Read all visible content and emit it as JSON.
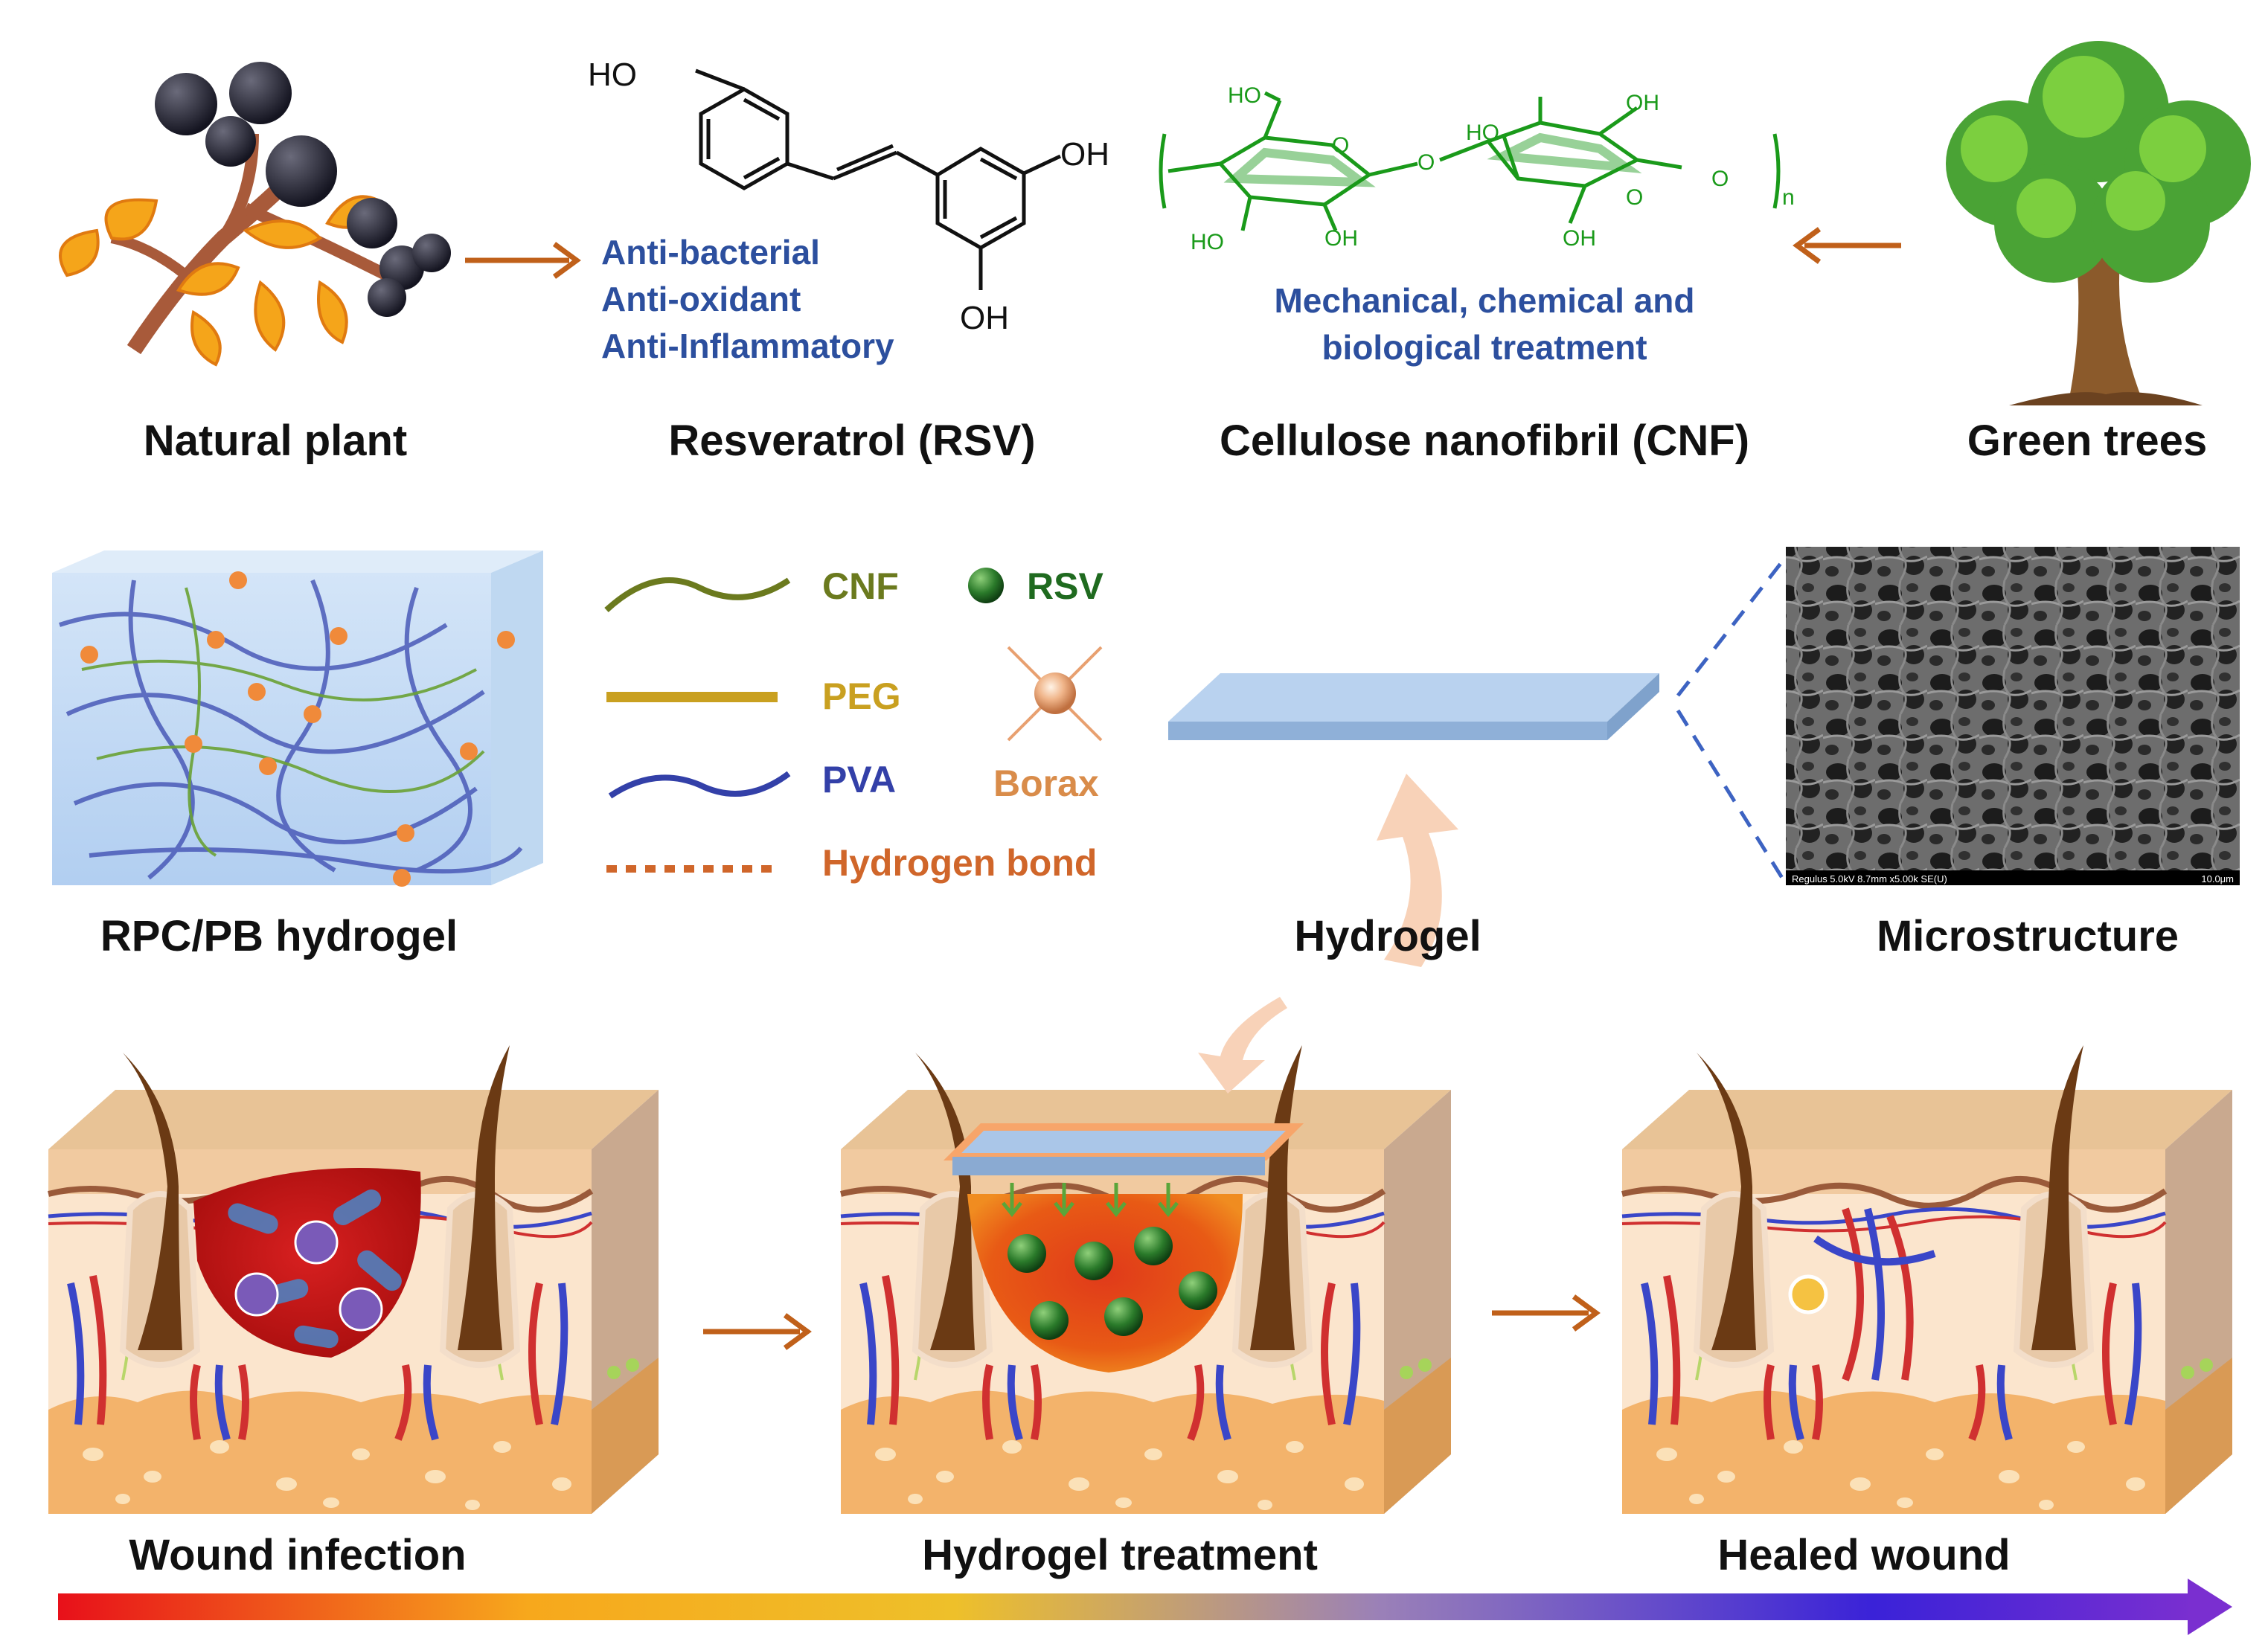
{
  "top_row": {
    "natural_plant": "Natural plant",
    "resveratrol": "Resveratrol (RSV)",
    "cnf": "Cellulose nanofibril (CNF)",
    "green_trees": "Green trees",
    "rsv_properties": [
      "Anti-bacterial",
      "Anti-oxidant",
      "Anti-Inflammatory"
    ],
    "cnf_treatment": [
      "Mechanical, chemical and",
      "biological treatment"
    ],
    "rsv_groups": {
      "ho": "HO",
      "oh_right": "OH",
      "oh_bottom": "OH"
    },
    "cnf_groups": {
      "ho1": "HO",
      "o1": "O",
      "ho2": "HO",
      "oh1": "OH",
      "o_link": "O",
      "ho3": "HO",
      "oh2": "OH",
      "o2": "O",
      "oh3": "OH",
      "o3": "O",
      "n": "n"
    }
  },
  "middle_row": {
    "hydrogel_block": "RPC/PB hydrogel",
    "legend": {
      "cnf": "CNF",
      "rsv": "RSV",
      "peg": "PEG",
      "pva": "PVA",
      "borax": "Borax",
      "hbond": "Hydrogen bond"
    },
    "hydrogel": "Hydrogel",
    "microstructure": "Microstructure",
    "sem_info_left": "Regulus 5.0kV 8.7mm x5.00k SE(U)",
    "sem_info_right": "10.0μm"
  },
  "bottom_row": {
    "wound_infection": "Wound infection",
    "hydrogel_treatment": "Hydrogel treatment",
    "healed_wound": "Healed wound"
  },
  "colors": {
    "label": "#111111",
    "property_blue": "#2c4f9e",
    "cnf_green": "#1a9a1a",
    "arrow_orange": "#c0601a",
    "cnf_line": "#6b7a1e",
    "peg_line": "#c9a020",
    "pva_line": "#3340a8",
    "hbond": "#d0662a",
    "borax_text": "#d98c4a",
    "gradient": [
      "#e8101a",
      "#f5a623",
      "#9a7fb8",
      "#3a1fd8",
      "#7a2fd0"
    ]
  }
}
